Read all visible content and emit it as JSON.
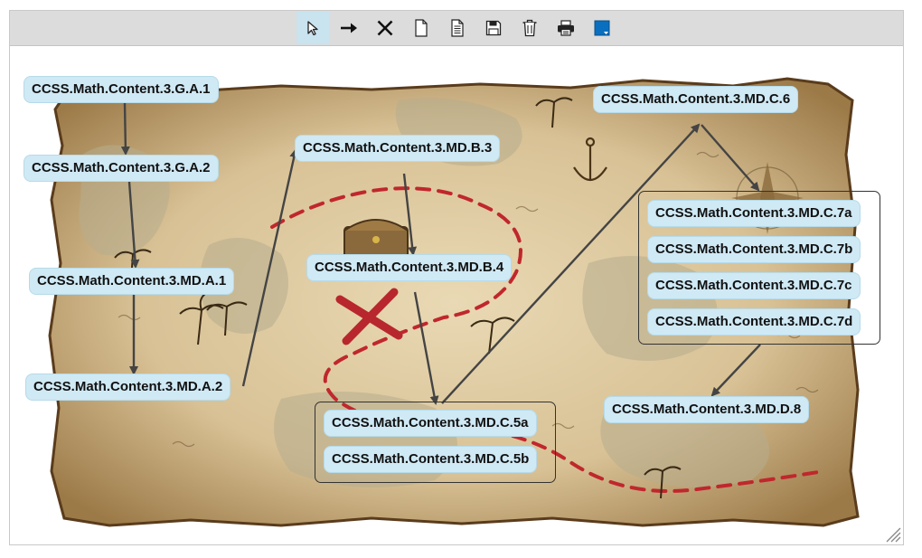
{
  "toolbar": {
    "tools": [
      {
        "id": "select",
        "icon": "select-pointer-icon",
        "active": true
      },
      {
        "id": "connect",
        "icon": "arrow-right-icon",
        "active": false
      },
      {
        "id": "delete",
        "icon": "x-delete-icon",
        "active": false
      },
      {
        "id": "new",
        "icon": "new-document-icon",
        "active": false
      },
      {
        "id": "open",
        "icon": "text-document-icon",
        "active": false
      },
      {
        "id": "save",
        "icon": "floppy-save-icon",
        "active": false
      },
      {
        "id": "trash",
        "icon": "trash-icon",
        "active": false
      },
      {
        "id": "print",
        "icon": "printer-icon",
        "active": false
      },
      {
        "id": "color",
        "icon": "color-swatch-icon",
        "active": false,
        "color": "#0a6fbf"
      }
    ]
  },
  "nodes": {
    "g_a1": "CCSS.Math.Content.3.G.A.1",
    "g_a2": "CCSS.Math.Content.3.G.A.2",
    "md_a1": "CCSS.Math.Content.3.MD.A.1",
    "md_a2": "CCSS.Math.Content.3.MD.A.2",
    "md_b3": "CCSS.Math.Content.3.MD.B.3",
    "md_b4": "CCSS.Math.Content.3.MD.B.4",
    "md_c5a": "CCSS.Math.Content.3.MD.C.5a",
    "md_c5b": "CCSS.Math.Content.3.MD.C.5b",
    "md_c6": "CCSS.Math.Content.3.MD.C.6",
    "md_c7a": "CCSS.Math.Content.3.MD.C.7a",
    "md_c7b": "CCSS.Math.Content.3.MD.C.7b",
    "md_c7c": "CCSS.Math.Content.3.MD.C.7c",
    "md_c7d": "CCSS.Math.Content.3.MD.C.7d",
    "md_d8": "CCSS.Math.Content.3.MD.D.8"
  },
  "colors": {
    "node_fill": "#cfe9f5",
    "edge": "#444444",
    "trail": "#c0272d",
    "parchment": "#d9c49a"
  }
}
